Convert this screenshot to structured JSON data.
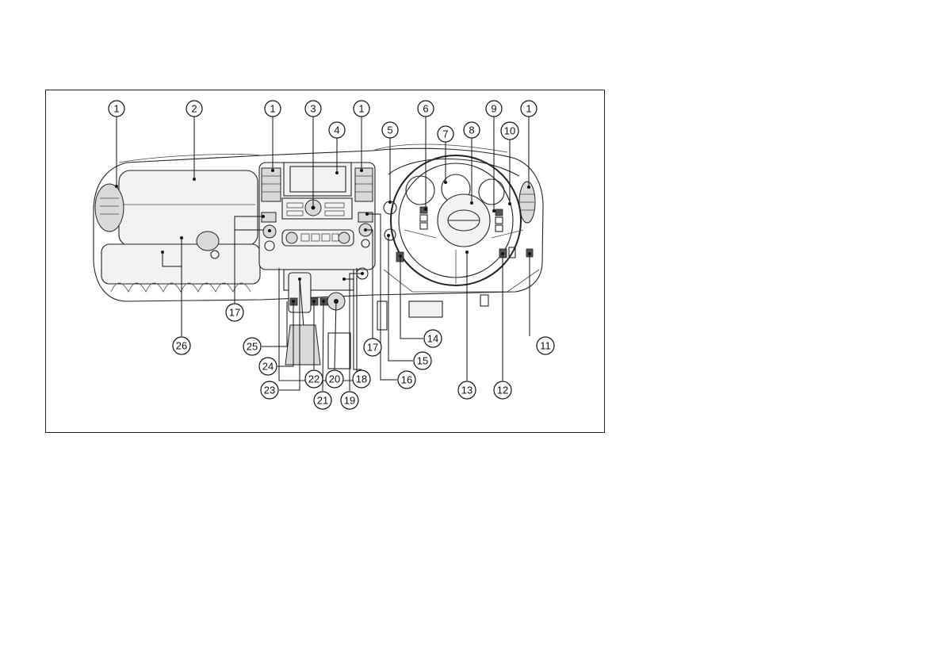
{
  "figure": {
    "callouts": [
      {
        "id": "c1a",
        "label": "1"
      },
      {
        "id": "c2",
        "label": "2"
      },
      {
        "id": "c1b",
        "label": "1"
      },
      {
        "id": "c3",
        "label": "3"
      },
      {
        "id": "c4",
        "label": "4"
      },
      {
        "id": "c1c",
        "label": "1"
      },
      {
        "id": "c5",
        "label": "5"
      },
      {
        "id": "c6",
        "label": "6"
      },
      {
        "id": "c7",
        "label": "7"
      },
      {
        "id": "c8",
        "label": "8"
      },
      {
        "id": "c9",
        "label": "9"
      },
      {
        "id": "c10",
        "label": "10"
      },
      {
        "id": "c1d",
        "label": "1"
      },
      {
        "id": "c11",
        "label": "11"
      },
      {
        "id": "c12",
        "label": "12"
      },
      {
        "id": "c13",
        "label": "13"
      },
      {
        "id": "c14",
        "label": "14"
      },
      {
        "id": "c15",
        "label": "15"
      },
      {
        "id": "c16",
        "label": "16"
      },
      {
        "id": "c17a",
        "label": "17"
      },
      {
        "id": "c17b",
        "label": "17"
      },
      {
        "id": "c18",
        "label": "18"
      },
      {
        "id": "c19",
        "label": "19"
      },
      {
        "id": "c20",
        "label": "20"
      },
      {
        "id": "c21",
        "label": "21"
      },
      {
        "id": "c22",
        "label": "22"
      },
      {
        "id": "c23",
        "label": "23"
      },
      {
        "id": "c24",
        "label": "24"
      },
      {
        "id": "c25",
        "label": "25"
      },
      {
        "id": "c26",
        "label": "26"
      }
    ]
  }
}
